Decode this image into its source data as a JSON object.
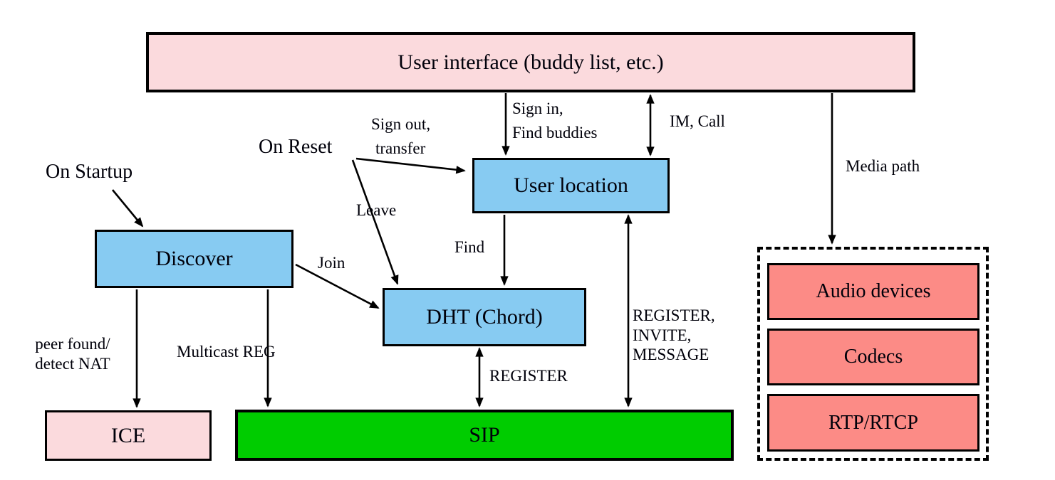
{
  "diagram": {
    "title": "P2P-SIP client architecture diagram",
    "boxes": {
      "user_interface": {
        "label": "User interface (buddy list, etc.)",
        "color": "#fbdadd"
      },
      "user_location": {
        "label": "User location",
        "color": "#87cbf2"
      },
      "discover": {
        "label": "Discover",
        "color": "#87cbf2"
      },
      "dht": {
        "label": "DHT (Chord)",
        "color": "#87cbf2"
      },
      "ice": {
        "label": "ICE",
        "color": "#fbdadd"
      },
      "sip": {
        "label": "SIP",
        "color": "#00cc00"
      },
      "audio_devices": {
        "label": "Audio devices",
        "color": "#fc8b86"
      },
      "codecs": {
        "label": "Codecs",
        "color": "#fc8b86"
      },
      "rtp_rtcp": {
        "label": "RTP/RTCP",
        "color": "#fc8b86"
      }
    },
    "edge_labels": {
      "on_startup": "On Startup",
      "on_reset": "On Reset",
      "sign_out": "Sign out,",
      "transfer": "transfer",
      "sign_in": "Sign in,",
      "find_buddies": "Find buddies",
      "im_call": "IM, Call",
      "media_path": "Media path",
      "leave": "Leave",
      "join": "Join",
      "find": "Find",
      "multicast_reg": "Multicast REG",
      "peer_found_line1": "peer found/",
      "peer_found_line2": "detect NAT",
      "register": "REGISTER",
      "register_invite_line1": "REGISTER,",
      "register_invite_line2": "INVITE,",
      "register_invite_line3": "MESSAGE"
    },
    "edges": [
      {
        "from": "user_interface",
        "to": "user_location",
        "label": "Sign in, Find buddies",
        "bidirectional": false
      },
      {
        "from": "user_interface",
        "to": "user_location",
        "label": "IM, Call",
        "bidirectional": true
      },
      {
        "from": "user_interface",
        "to": "media_stack",
        "label": "Media path",
        "bidirectional": false
      },
      {
        "from": "on_startup_event",
        "to": "discover",
        "label": "On Startup",
        "bidirectional": false
      },
      {
        "from": "on_reset_event",
        "to": "user_location",
        "label": "Sign out, transfer",
        "bidirectional": false
      },
      {
        "from": "on_reset_event",
        "to": "dht",
        "label": "Leave",
        "bidirectional": false
      },
      {
        "from": "discover",
        "to": "dht",
        "label": "Join",
        "bidirectional": false
      },
      {
        "from": "user_location",
        "to": "dht",
        "label": "Find",
        "bidirectional": false
      },
      {
        "from": "discover",
        "to": "ice",
        "label": "peer found/ detect NAT",
        "bidirectional": false
      },
      {
        "from": "discover",
        "to": "sip",
        "label": "Multicast REG",
        "bidirectional": false
      },
      {
        "from": "dht",
        "to": "sip",
        "label": "REGISTER",
        "bidirectional": true
      },
      {
        "from": "user_location",
        "to": "sip",
        "label": "REGISTER, INVITE, MESSAGE",
        "bidirectional": true
      }
    ],
    "colors": {
      "pink": "#fbdadd",
      "blue": "#87cbf2",
      "green": "#00cc00",
      "salmon": "#fc8b86",
      "line": "#000000",
      "background": "#ffffff"
    }
  }
}
